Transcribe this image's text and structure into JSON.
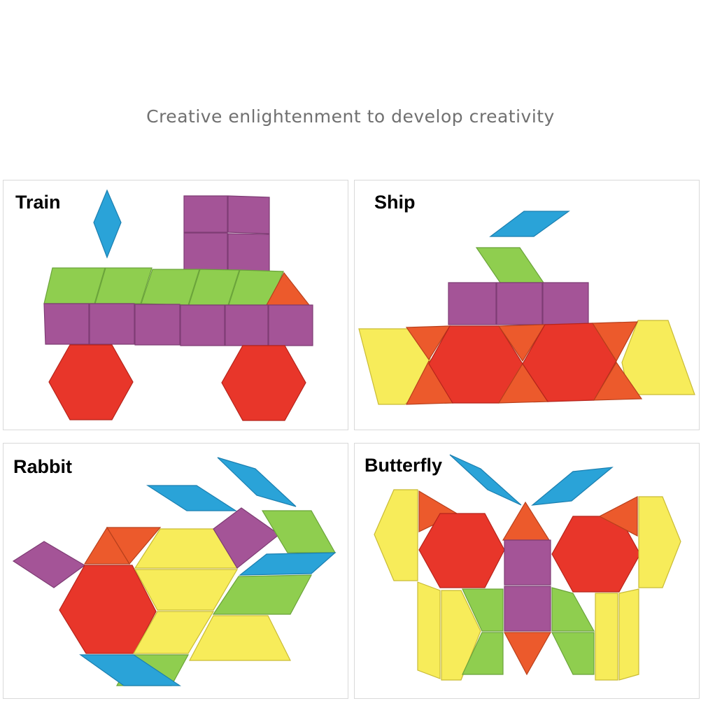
{
  "headline": "Creative enlightenment to develop creativity",
  "colors": {
    "red": "#e8362a",
    "orange": "#ec5a2c",
    "yellow": "#f7ec5a",
    "green": "#8fce4f",
    "purple": "#a45497",
    "blue": "#2aa3d8"
  },
  "panels": [
    {
      "title": "Train"
    },
    {
      "title": "Ship"
    },
    {
      "title": "Rabbit"
    },
    {
      "title": "Butterfly"
    }
  ]
}
